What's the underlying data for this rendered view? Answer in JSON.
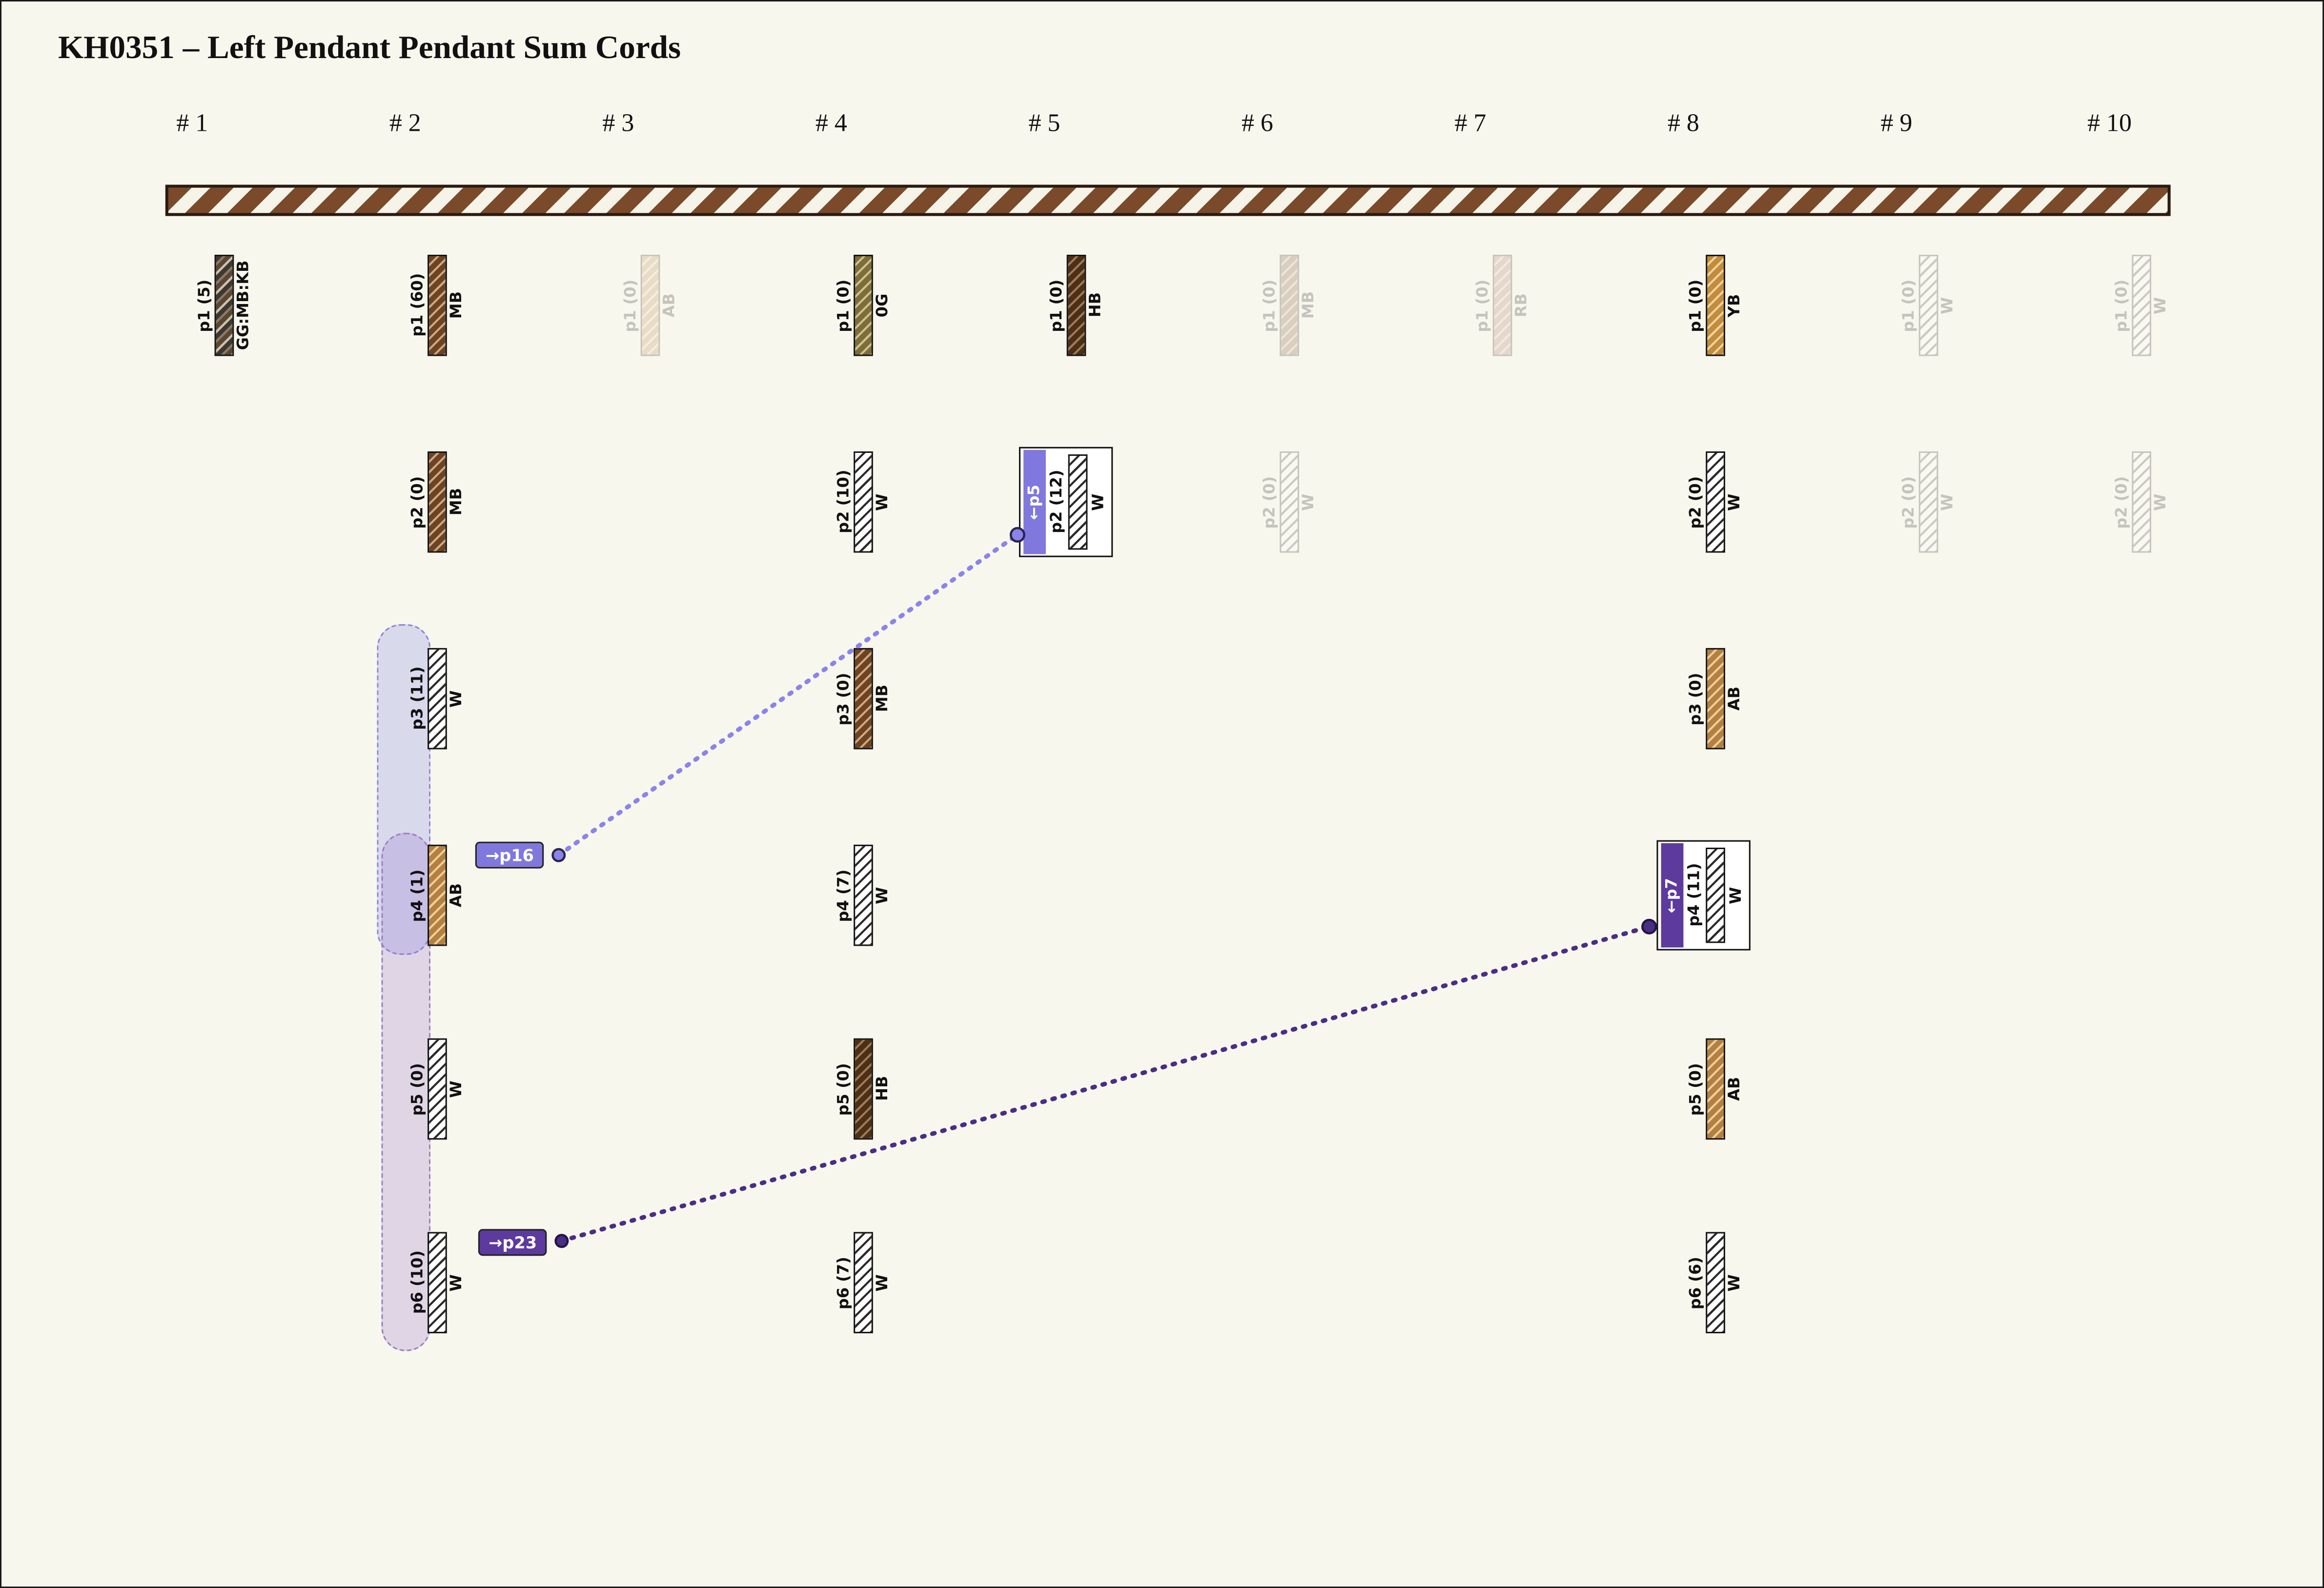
{
  "title": "KH0351 – Left Pendant Pendant Sum Cords",
  "headers": [
    "# 1",
    "# 2",
    "# 3",
    "# 4",
    "# 5",
    "# 6",
    "# 7",
    "# 8",
    "# 9",
    "# 10"
  ],
  "pendants": {
    "c1p1": {
      "label": "p1 (5)",
      "code": "GG:MB:KB"
    },
    "c2p1": {
      "label": "p1 (60)",
      "code": "MB"
    },
    "c2p2": {
      "label": "p2 (0)",
      "code": "MB"
    },
    "c2p3": {
      "label": "p3 (11)",
      "code": "W"
    },
    "c2p4": {
      "label": "p4 (1)",
      "code": "AB"
    },
    "c2p5": {
      "label": "p5 (0)",
      "code": "W"
    },
    "c2p6": {
      "label": "p6 (10)",
      "code": "W"
    },
    "c3p1": {
      "label": "p1 (0)",
      "code": "AB"
    },
    "c4p1": {
      "label": "p1 (0)",
      "code": "0G"
    },
    "c4p2": {
      "label": "p2 (10)",
      "code": "W"
    },
    "c4p3": {
      "label": "p3 (0)",
      "code": "MB"
    },
    "c4p4": {
      "label": "p4 (7)",
      "code": "W"
    },
    "c4p5": {
      "label": "p5 (0)",
      "code": "HB"
    },
    "c4p6": {
      "label": "p6 (7)",
      "code": "W"
    },
    "c5p1": {
      "label": "p1 (0)",
      "code": "HB"
    },
    "c6p1": {
      "label": "p1 (0)",
      "code": "MB"
    },
    "c6p2": {
      "label": "p2 (0)",
      "code": "W"
    },
    "c7p1": {
      "label": "p1 (0)",
      "code": "RB"
    },
    "c8p1": {
      "label": "p1 (0)",
      "code": "YB"
    },
    "c8p2": {
      "label": "p2 (0)",
      "code": "W"
    },
    "c8p3": {
      "label": "p3 (0)",
      "code": "AB"
    },
    "c8p5": {
      "label": "p5 (0)",
      "code": "AB"
    },
    "c8p6": {
      "label": "p6 (6)",
      "code": "W"
    },
    "c9p1": {
      "label": "p1 (0)",
      "code": "W"
    },
    "c9p2": {
      "label": "p2 (0)",
      "code": "W"
    },
    "c10p1": {
      "label": "p1 (0)",
      "code": "W"
    },
    "c10p2": {
      "label": "p2 (0)",
      "code": "W"
    }
  },
  "sum_groups": {
    "c5p2": {
      "tab": "←p5",
      "label": "p2 (12)",
      "code": "W"
    },
    "c8p4": {
      "tab": "←p7",
      "label": "p4 (11)",
      "code": "W"
    }
  },
  "markers": {
    "p16": {
      "label": "→p16"
    },
    "p23": {
      "label": "→p23"
    }
  },
  "colors": {
    "p16_fill": "#8178dd",
    "p16_line": "#8b84e8",
    "p23_fill": "#5d3a9d",
    "p23_line": "#4a2d85",
    "primary_cord_brown": "#7a4a2b",
    "background": "#f8f7ee"
  }
}
